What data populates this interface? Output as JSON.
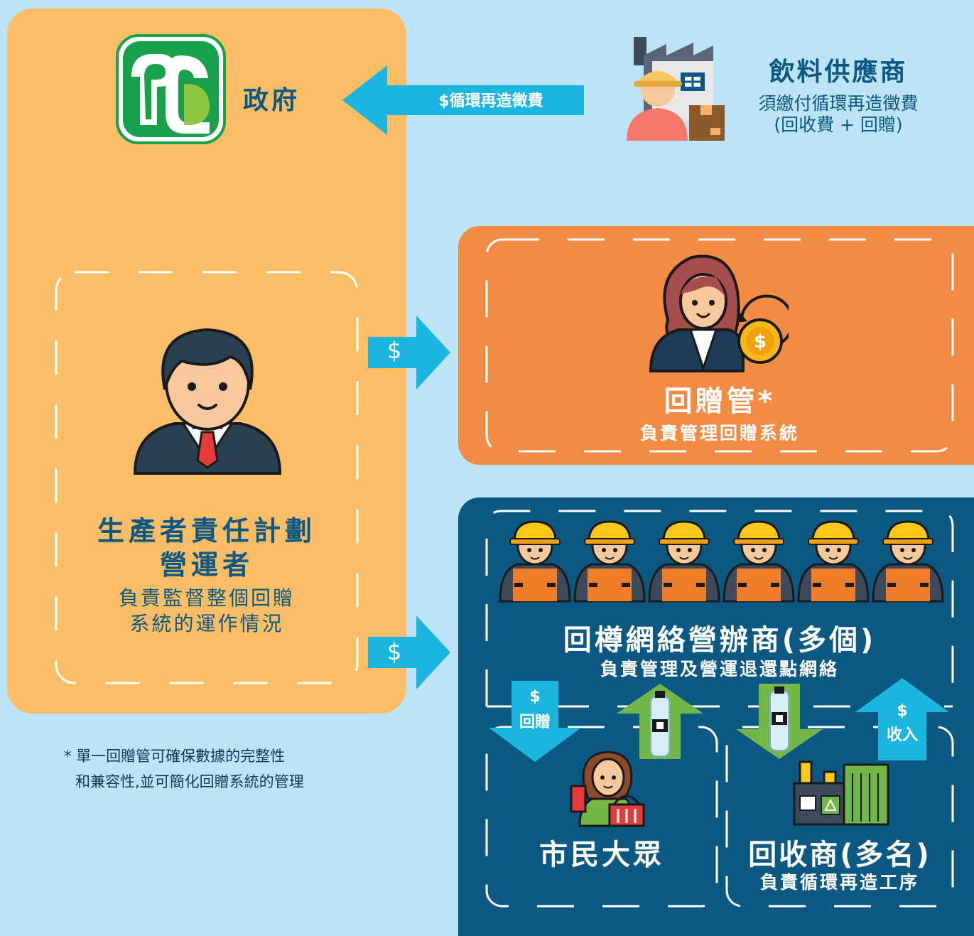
{
  "government": {
    "label": "政府"
  },
  "levy_arrow": {
    "label": "$循環再造徵費"
  },
  "supplier": {
    "title": "飲料供應商",
    "line1": "須繳付循環再造徵費",
    "line2": "(回收費 + 回贈)"
  },
  "operator": {
    "title_line1": "生產者責任計劃",
    "title_line2": "營運者",
    "desc_line1": "負責監督整個回贈",
    "desc_line2": "系統的運作情況"
  },
  "money_arrows": {
    "to_admin": "$",
    "to_network": "$"
  },
  "administrator": {
    "title": "回贈管*",
    "desc": "負責管理回贈系統"
  },
  "network": {
    "title": "回樽網絡營辦商(多個)",
    "desc": "負責管理及營運退還點網絡"
  },
  "rebate_arrow": {
    "symbol": "$",
    "label": "回贈"
  },
  "income_arrow": {
    "symbol": "$",
    "label": "收入"
  },
  "public": {
    "label": "市民大眾"
  },
  "recycler": {
    "title": "回收商(多名)",
    "desc": "負責循環再造工序"
  },
  "footnote": {
    "line1": "* 單一回贈管可確保數據的完整性",
    "line2": "和兼容性,並可簡化回贈系統的管理"
  },
  "colors": {
    "background": "#bce3f6",
    "government_panel": "#fbbd66",
    "administrator_panel": "#f28b44",
    "network_panel": "#0b5882",
    "arrow_blue": "#1cb5e0",
    "arrow_green": "#72b747",
    "title_blue": "#0b5882"
  }
}
